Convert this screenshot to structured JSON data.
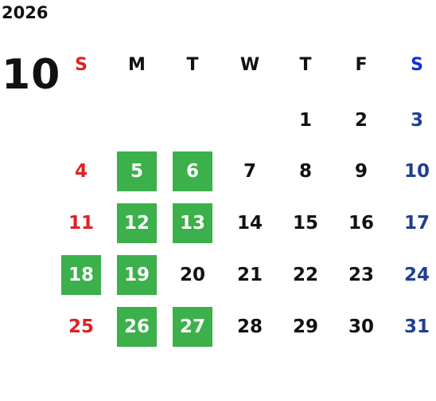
{
  "year": "2026",
  "month": "10",
  "weekdays": [
    "S",
    "M",
    "T",
    "W",
    "T",
    "F",
    "S"
  ],
  "colors": {
    "sunday": "#e02020",
    "saturday_header": "#1030d0",
    "saturday": "#1f3f93",
    "highlight": "#3cb04a"
  },
  "weeks": [
    [
      "",
      "",
      "",
      "",
      "1",
      "2",
      "3"
    ],
    [
      "4",
      "5",
      "6",
      "7",
      "8",
      "9",
      "10"
    ],
    [
      "11",
      "12",
      "13",
      "14",
      "15",
      "16",
      "17"
    ],
    [
      "18",
      "19",
      "20",
      "21",
      "22",
      "23",
      "24"
    ],
    [
      "25",
      "26",
      "27",
      "28",
      "29",
      "30",
      "31"
    ]
  ],
  "highlighted_days": [
    "5",
    "6",
    "12",
    "13",
    "18",
    "19",
    "26",
    "27"
  ]
}
